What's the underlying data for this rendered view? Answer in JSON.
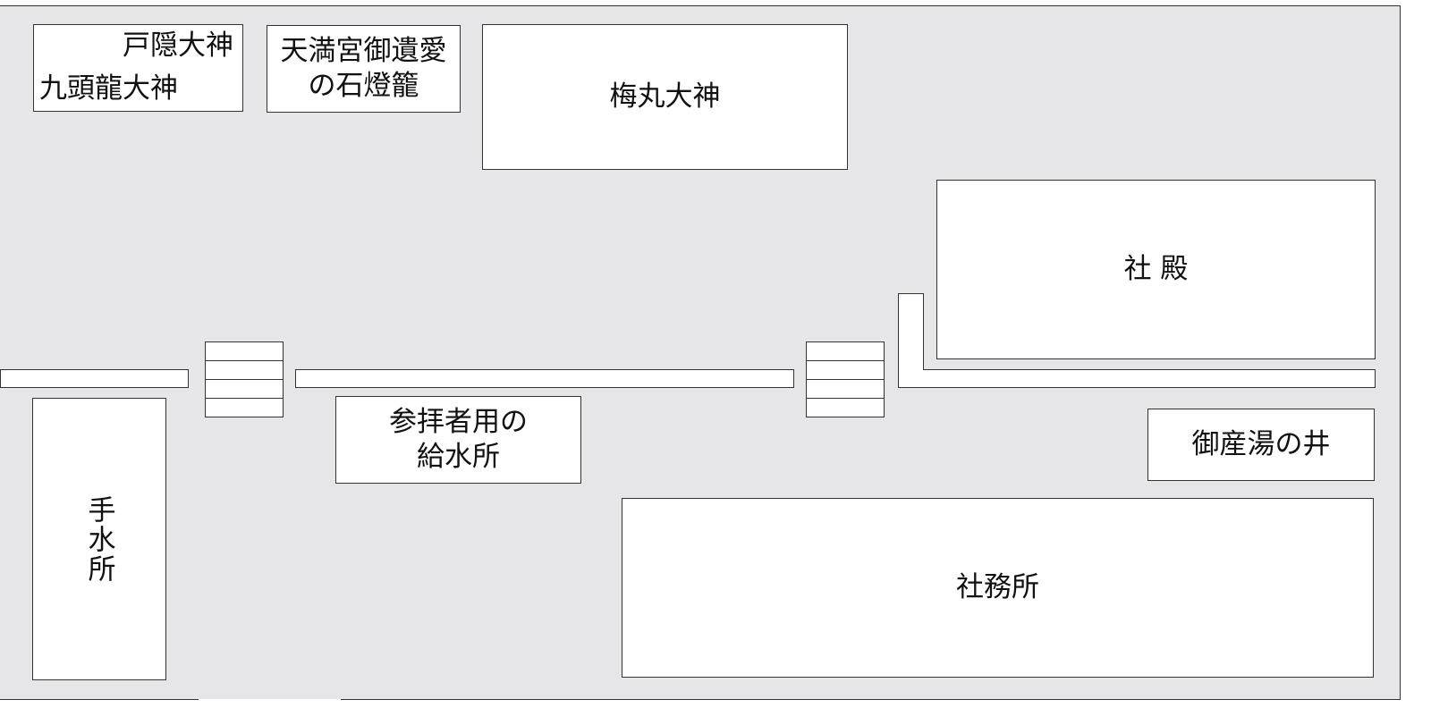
{
  "labels": {
    "togakushi": "戸隠大神",
    "kuzuryu": "九頭龍大神",
    "lantern_line1": "天満宮御遺愛",
    "lantern_line2": "の石燈籠",
    "umemaru": "梅丸大神",
    "shaden": "社 殿",
    "water_station_line1": "参拝者用の",
    "water_station_line2": "給水所",
    "gosanyu": "御産湯の井",
    "temizuya": "手水所",
    "shamusho": "社務所"
  }
}
